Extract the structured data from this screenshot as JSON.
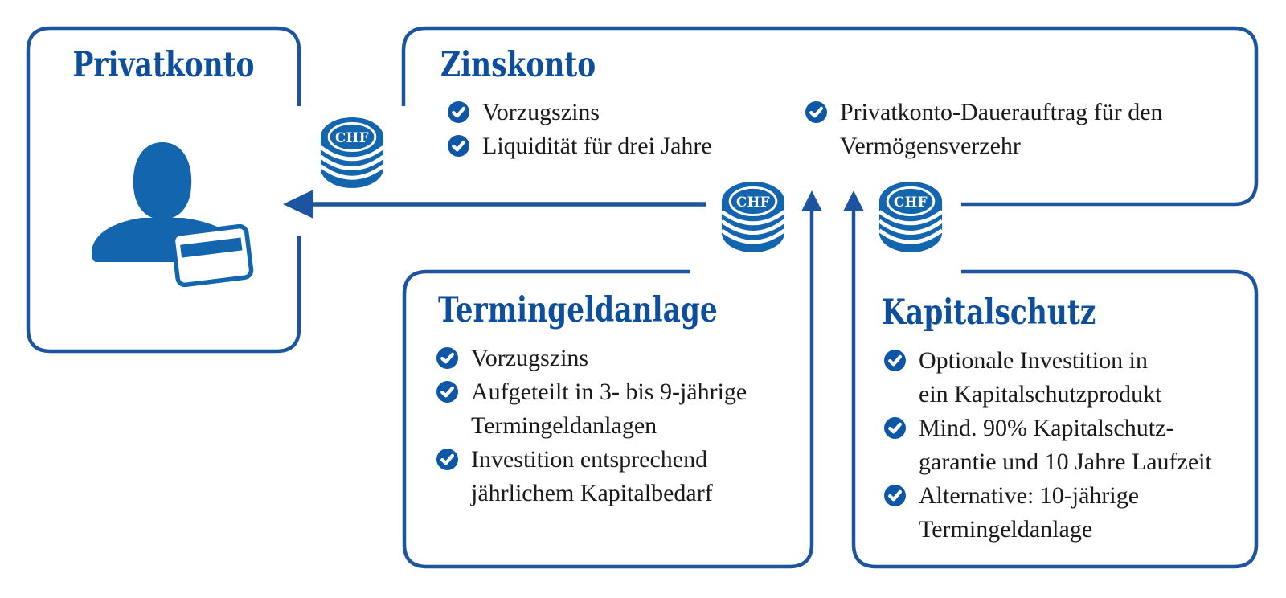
{
  "colors": {
    "background": "#FFFFFF",
    "title_blue": "#0D4F9E",
    "line_blue": "#1C549F",
    "icon_blue": "#1365AD",
    "check_blue": "#0E57A6",
    "text_dark": "#1A1A1A"
  },
  "icons": {
    "coin_label": "CHF",
    "coin": "chf-coin-stack-icon",
    "person": "account-holder-card-icon",
    "bullet": "check-circle-icon"
  },
  "privatkonto": {
    "title": "Privatkonto"
  },
  "zinskonto": {
    "title": "Zinskonto",
    "bullets_left": [
      {
        "lines": [
          "Vorzugszins"
        ]
      },
      {
        "lines": [
          "Liquidität für drei Jahre"
        ]
      }
    ],
    "bullets_right": [
      {
        "lines": [
          "Privatkonto-Dauerauftrag für den",
          "Vermögensverzehr"
        ]
      }
    ]
  },
  "termingeldanlage": {
    "title": "Termingeldanlage",
    "bullets": [
      {
        "lines": [
          "Vorzugszins"
        ]
      },
      {
        "lines": [
          "Aufgeteilt in 3- bis 9-jährige",
          "Termingeldanlagen"
        ]
      },
      {
        "lines": [
          "Investition entsprechend",
          "jährlichem Kapitalbedarf"
        ]
      }
    ]
  },
  "kapitalschutz": {
    "title": "Kapitalschutz",
    "bullets": [
      {
        "lines": [
          "Optionale Investition in",
          "ein Kapitalschutzprodukt"
        ]
      },
      {
        "lines": [
          "Mind. 90% Kapitalschutz-",
          "garantie und 10 Jahre Laufzeit"
        ]
      },
      {
        "lines": [
          "Alternative: 10-jährige",
          "Termingeldanlage"
        ]
      }
    ]
  }
}
